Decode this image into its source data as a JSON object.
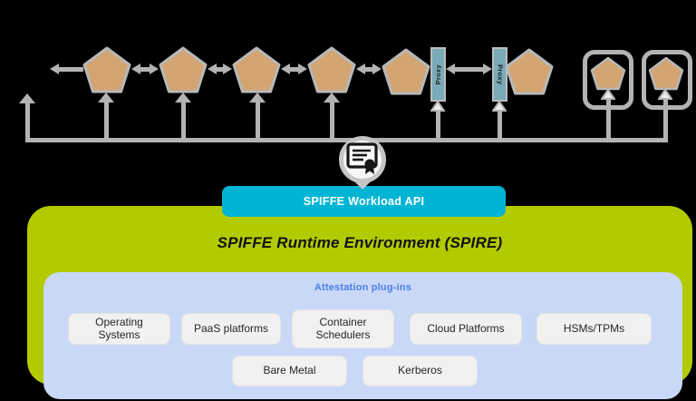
{
  "labels": {
    "workload_api": "SPIFFE Workload API",
    "spire_title": "SPIFFE Runtime Environment (SPIRE)",
    "attestation_title": "Attestation plug-ins",
    "proxy": "Proxy"
  },
  "plugins": {
    "row1": [
      "Operating Systems",
      "PaaS platforms",
      "Container Schedulers",
      "Cloud Platforms",
      "HSMs/TPMs"
    ],
    "row2": [
      "Bare Metal",
      "Kerberos"
    ]
  },
  "colors": {
    "background": "#000000",
    "connector_gray": "#b3b3b3",
    "pentagon_fill": "#d2a572",
    "pentagon_stroke": "#b8b8b8",
    "proxy_fill": "#7aabb9",
    "api_cyan": "#00b5d3",
    "spire_green": "#b2ca00",
    "attest_lavender": "#c9d8f6",
    "plugin_box": "#f1f1f1",
    "attest_text_blue": "#4d7ee8",
    "badge_circle_fill": "#f6f6f6",
    "badge_ring": "#c6c6c6",
    "icon_black": "#161616"
  }
}
